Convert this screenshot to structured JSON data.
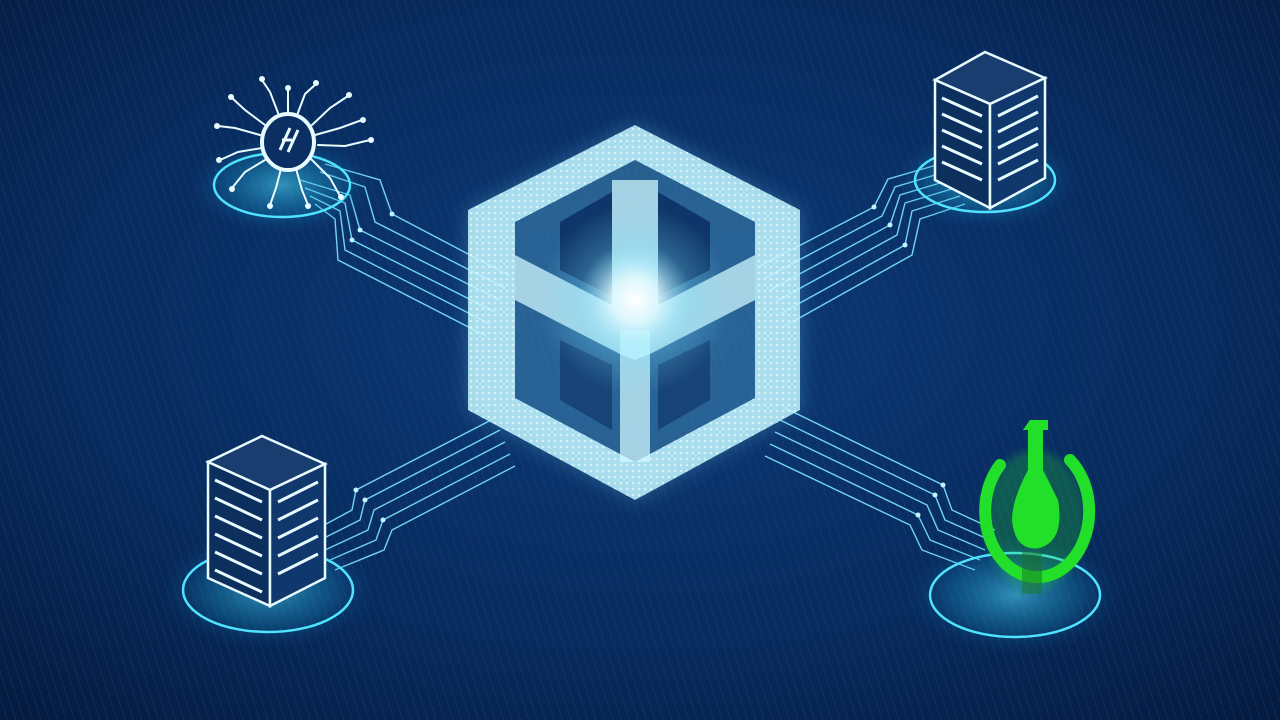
{
  "scene": {
    "background_color": "#082a5c",
    "background_dark": "#061c40",
    "glow_color": "#4fe3ff",
    "line_color": "#7fe6ff",
    "cube_color": "#bff4ff",
    "accent_green": "#22e02a",
    "nodes": [
      {
        "icon": "neural-chip-icon",
        "position": "top-left"
      },
      {
        "icon": "server-rack-icon",
        "position": "top-right"
      },
      {
        "icon": "server-rack-icon",
        "position": "bottom-left"
      },
      {
        "icon": "power-flask-icon",
        "position": "bottom-right"
      }
    ],
    "center_icon": "hexagon-cube-icon"
  }
}
